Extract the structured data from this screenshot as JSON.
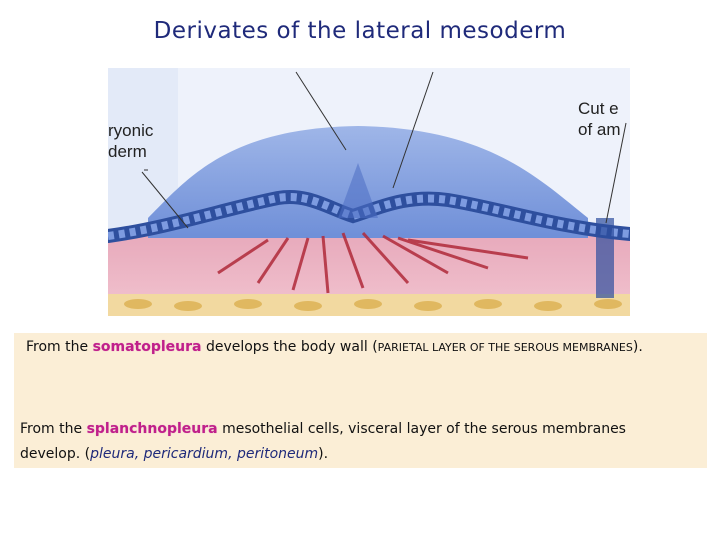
{
  "title": "Derivates of the lateral mesoderm",
  "figure": {
    "label_left_line1": "ryonic",
    "label_left_line2": "derm",
    "label_right_line1": "Cut e",
    "label_right_line2": "of am"
  },
  "text": {
    "p1_prefix": "From the ",
    "p1_term": "somatopleura",
    "p1_middle": " develops  the body wall (",
    "p1_small": "PARIETAL LAYER OF THE SEROUS MEMBRANES",
    "p1_end": ").",
    "p2_prefix": "From the ",
    "p2_term": "splanchnopleura",
    "p2_middle": "  mesothelial cells, visceral layer of the serous membranes develop.   (",
    "p2_italic": "pleura, pericardium, peritoneum",
    "p2_end": ")."
  }
}
